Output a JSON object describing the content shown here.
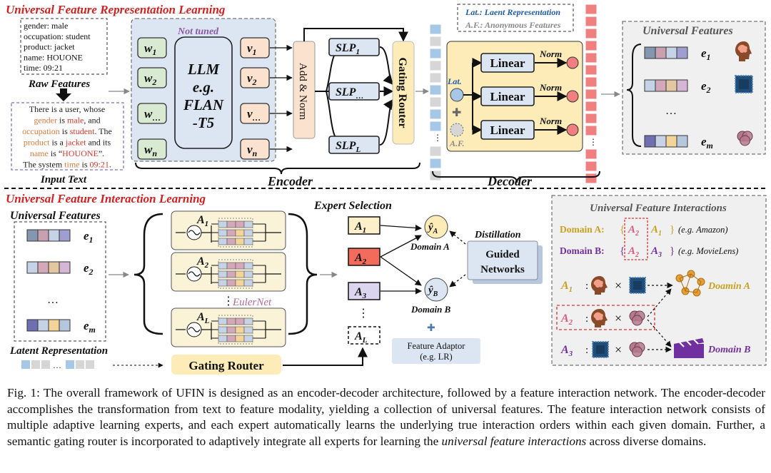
{
  "top": {
    "section_title": "Universal Feature Representation Learning",
    "raw_features": {
      "lines": [
        "gender: male",
        "occupation: student",
        "product: jacket",
        "name: HOUONE",
        "time: 09:21"
      ],
      "label": "Raw Features"
    },
    "input_text": {
      "lines": [
        [
          {
            "t": "There is a user, whose",
            "c": "#222"
          }
        ],
        [
          {
            "t": "gender",
            "c": "#e07a3c"
          },
          {
            "t": " is ",
            "c": "#222"
          },
          {
            "t": "male",
            "c": "#e0352b"
          },
          {
            "t": ", and",
            "c": "#222"
          }
        ],
        [
          {
            "t": "occupation",
            "c": "#e07a3c"
          },
          {
            "t": " is ",
            "c": "#222"
          },
          {
            "t": "student",
            "c": "#e0352b"
          },
          {
            "t": ". The",
            "c": "#222"
          }
        ],
        [
          {
            "t": "product",
            "c": "#e07a3c"
          },
          {
            "t": " is a ",
            "c": "#222"
          },
          {
            "t": "jacket",
            "c": "#e0352b"
          },
          {
            "t": " and its",
            "c": "#222"
          }
        ],
        [
          {
            "t": "name",
            "c": "#e07a3c"
          },
          {
            "t": " is “",
            "c": "#222"
          },
          {
            "t": "HOUONE",
            "c": "#e0352b"
          },
          {
            "t": "”.",
            "c": "#222"
          }
        ],
        [
          {
            "t": "The system ",
            "c": "#222"
          },
          {
            "t": "time",
            "c": "#e07a3c"
          },
          {
            "t": " is ",
            "c": "#222"
          },
          {
            "t": "09:21",
            "c": "#e0352b"
          },
          {
            "t": ".",
            "c": "#222"
          }
        ]
      ],
      "label": "Input  Text"
    },
    "encoder": {
      "not_tuned": "Not tuned",
      "w_labels": [
        [
          "w",
          "1"
        ],
        [
          "w",
          "2"
        ],
        [
          "w",
          "…"
        ],
        [
          "w",
          "n"
        ]
      ],
      "v_labels": [
        [
          "v",
          "1"
        ],
        [
          "v",
          "2"
        ],
        [
          "v",
          "…"
        ],
        [
          "v",
          "n"
        ]
      ],
      "llm_lines": [
        "LLM",
        "e.g.",
        "FLAN",
        "-T5"
      ],
      "add_norm": "Add & Norm",
      "slp_labels": [
        [
          "SLP",
          "1"
        ],
        [
          "SLP",
          "…"
        ],
        [
          "SLP",
          "L"
        ]
      ],
      "gating_router": "Gating Router",
      "label": "Encoder"
    },
    "decoder": {
      "legend_lat": "Lat.: Laent Representation",
      "legend_af": "A.F.: Anonymous Features",
      "lat": "Lat.",
      "af": "A.F.",
      "linear": "Linear",
      "norm": "Norm",
      "label": "Decoder"
    },
    "universal_features": {
      "title": "Universal Features",
      "items": [
        [
          "e",
          "1"
        ],
        [
          "e",
          "2"
        ],
        [
          "e",
          "m"
        ]
      ],
      "ellipsis": "…"
    }
  },
  "bottom": {
    "section_title": "Universal Feature Interaction Learning",
    "universal_features": {
      "title": "Universal Features",
      "items": [
        [
          "e",
          "1"
        ],
        [
          "e",
          "2"
        ],
        [
          "e",
          "m"
        ]
      ],
      "ellipsis": "…"
    },
    "eulernet_label": "EulerNet",
    "expert_labels": [
      [
        "A",
        "1"
      ],
      [
        "A",
        "2"
      ],
      [
        "A",
        "L"
      ]
    ],
    "latent_representation": "Latent Representation",
    "gating_router": "Gating Router",
    "expert_selection": {
      "title": "Expert Selection",
      "experts": [
        [
          "A",
          "1"
        ],
        [
          "A",
          "2"
        ],
        [
          "A",
          "3"
        ],
        [
          "A",
          "L"
        ]
      ],
      "outputs": [
        [
          "ŷ",
          "A"
        ],
        [
          "ŷ",
          "B"
        ]
      ],
      "domain_a": "Domain A",
      "domain_b": "Domain B",
      "distillation": "Distillation",
      "guided_networks": [
        "Guided",
        "Networks"
      ],
      "feature_adaptor": [
        "Feature Adaptor",
        "(e.g. LR)"
      ]
    },
    "interactions": {
      "title": "Universal Feature Interactions",
      "domain_a_label": "Domain A:",
      "domain_b_label": "Domain B:",
      "domain_a_example": "(e.g. Amazon)",
      "domain_b_example": "(e.g. MovieLens)",
      "domain_a_set": [
        [
          "A",
          "2"
        ],
        [
          "A",
          "1"
        ]
      ],
      "domain_b_set": [
        [
          "A",
          "2"
        ],
        [
          "A",
          "3"
        ]
      ],
      "rows": [
        [
          "A",
          "1"
        ],
        [
          "A",
          "2"
        ],
        [
          "A",
          "3"
        ]
      ],
      "domain_a_out": "Doamin A",
      "domain_b_out": "Domain B"
    }
  },
  "caption": [
    {
      "t": "Fig. 1: The overall framework of UFIN is designed as an encoder-decoder architecture, followed by a feature interaction network. The encoder-decoder accomplishes the transformation from text to feature modality, yielding a collection of universal features. The feature interaction network consists of multiple adaptive learning experts, and each expert automatically learns the underlying true interaction orders within each given domain. Further, a semantic gating router is incorporated to adaptively integrate all experts for learning the ",
      "i": false
    },
    {
      "t": "universal feature interactions",
      "i": true
    },
    {
      "t": " across diverse domains.",
      "i": false
    }
  ],
  "colors": {
    "red_title": "#d42020",
    "blue_fill": "#a7c7e7",
    "red_strip": "#f08080",
    "yellow_fill": "#fdecb8",
    "purple": "#7030a0",
    "gold": "#c9a020"
  }
}
